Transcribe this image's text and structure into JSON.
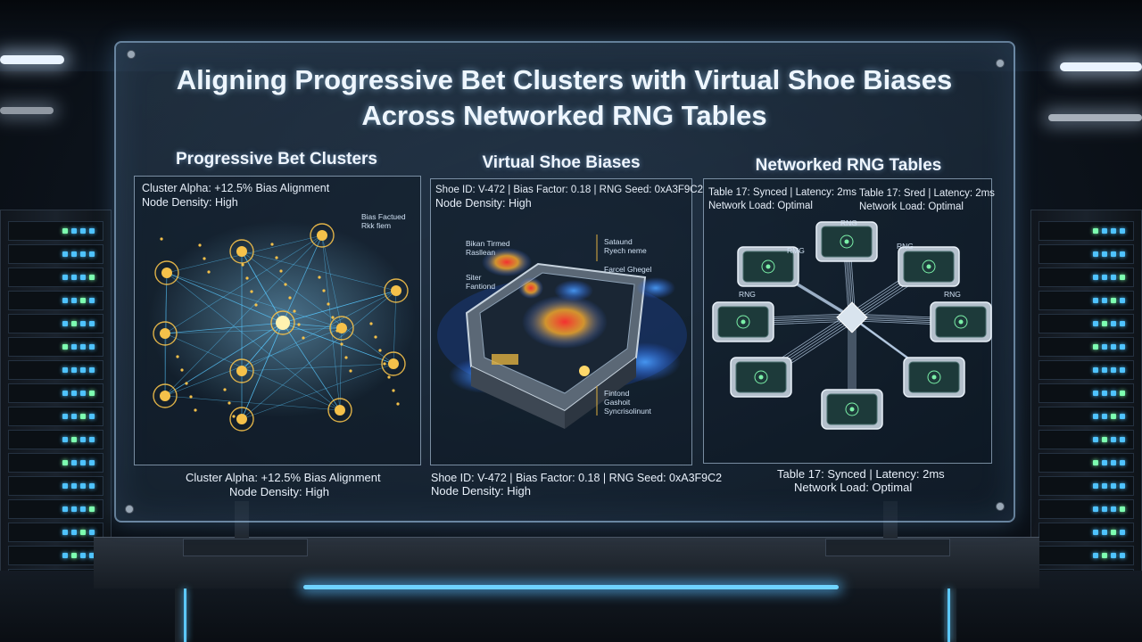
{
  "board": {
    "title": "Aligning Progressive Bet Clusters with Virtual Shoe Biases Across Networked RNG Tables"
  },
  "panels": [
    {
      "heading": "Progressive Bet Clusters",
      "info_line1": "Cluster Alpha: +12.5% Bias Alignment",
      "info_line2": "Node Density: High",
      "annotation": "Bias Factued\nRkk fiem",
      "caption_line1": "Cluster Alpha: +12.5% Bias Alignment",
      "caption_line2": "Node Density: High"
    },
    {
      "heading": "Virtual Shoe Biases",
      "info_line1": "Shoe ID: V-472 | Bias Factor: 0.18 | RNG Seed: 0xA3F9C2",
      "info_line2": "Node Density: High",
      "annotation_a": "Bikan Tirmed\nRasllean",
      "annotation_b": "Siter\nFantiond",
      "annotation_c": "Sataund\nRyech neme",
      "annotation_d": "Farcel Ghegel",
      "annotation_e": "Fintond\nGashoit\nSyncrisolinunt",
      "caption_line1": "Shoe ID: V-472 | Bias Factor: 0.18 | RNG Seed: 0xA3F9C2",
      "caption_line2": "Node Density: High"
    },
    {
      "heading": "Networked RNG Tables",
      "info_a_line1": "Table 17: Synced | Latency: 2ms",
      "info_a_line2": "Network Load: Optimal",
      "info_b_line1": "Table 17: Sred | Latency: 2ms",
      "info_b_line2": "Network Load: Optimal",
      "node_labels": [
        "RNG",
        "RNG",
        "RNG",
        "RNG",
        "RMG"
      ],
      "caption_line1": "Table 17: Synced | Latency: 2ms",
      "caption_line2": "Network Load: Optimal"
    }
  ],
  "colors": {
    "glass_border": "#aad2f5",
    "node_gold": "#f5c14a",
    "link_blue": "#58c8ff",
    "heat_red": "#ff3030",
    "heat_blue": "#2f6dff"
  }
}
